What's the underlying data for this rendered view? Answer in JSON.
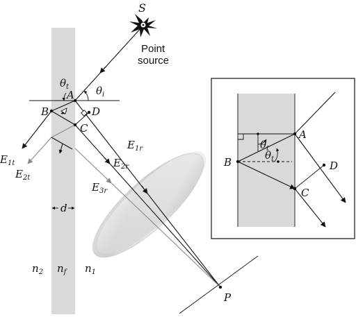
{
  "labels": {
    "source": "S",
    "point_source_line1": "Point",
    "point_source_line2": "source",
    "theta_t": "θ",
    "theta_t_sub": "t",
    "theta_i": "θ",
    "theta_i_sub": "i",
    "A": "A",
    "B": "B",
    "C": "C",
    "D": "D",
    "E1t": "E",
    "E1t_sub": "1t",
    "E2t": "E",
    "E2t_sub": "2t",
    "E1r": "E",
    "E1r_sub": "1r",
    "E2r": "E",
    "E2r_sub": "2r",
    "E3r": "E",
    "E3r_sub": "3r",
    "d": "d",
    "n2": "n",
    "n2_sub": "2",
    "nf": "n",
    "nf_sub": "f",
    "n1": "n",
    "n1_sub": "1",
    "P": "P",
    "inset_A": "A",
    "inset_B": "B",
    "inset_C": "C",
    "inset_D": "D",
    "inset_theta_t1": "θ",
    "inset_theta_t1_sub": "t",
    "inset_theta_t2": "θ",
    "inset_theta_t2_sub": "t"
  }
}
